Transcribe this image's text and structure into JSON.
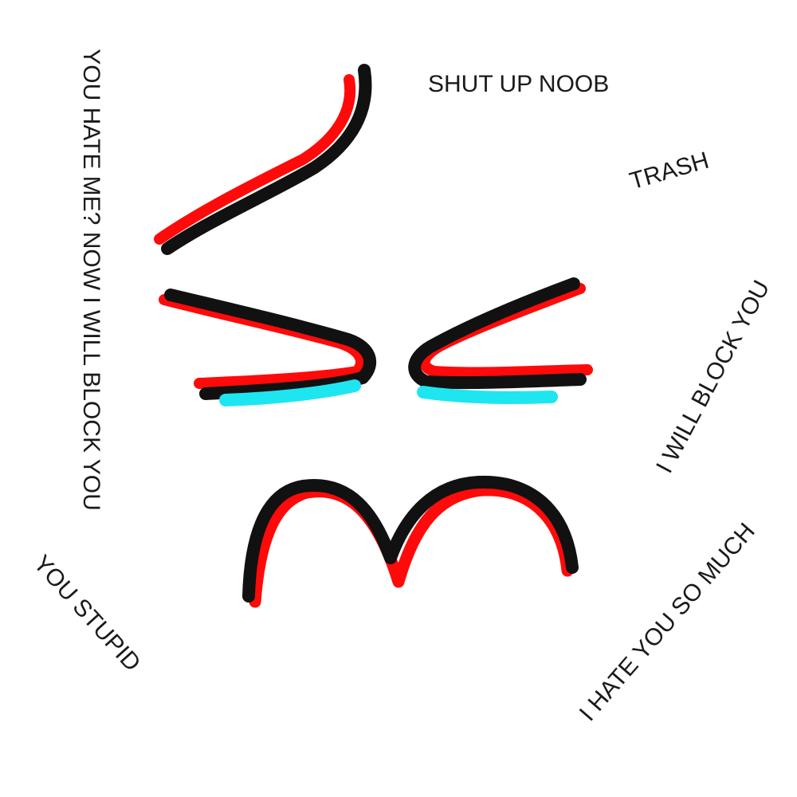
{
  "phrases": {
    "shut_up": "SHUT UP NOOB",
    "trash": "TRASH",
    "hate_me": "YOU HATE ME? NOW I WILL BLOCK YOU",
    "block_you": "I WILL BLOCK YOU",
    "stupid": "YOU STUPID",
    "hate_much": "I HATE YOU SO MUCH"
  },
  "colors": {
    "stroke_black": "#111111",
    "stroke_red": "#ff0a0a",
    "tear_cyan": "#1ee6f0",
    "text": "#1a1a1a",
    "background": "#ffffff"
  },
  "icons": {
    "face": "angry-face-drawing"
  }
}
